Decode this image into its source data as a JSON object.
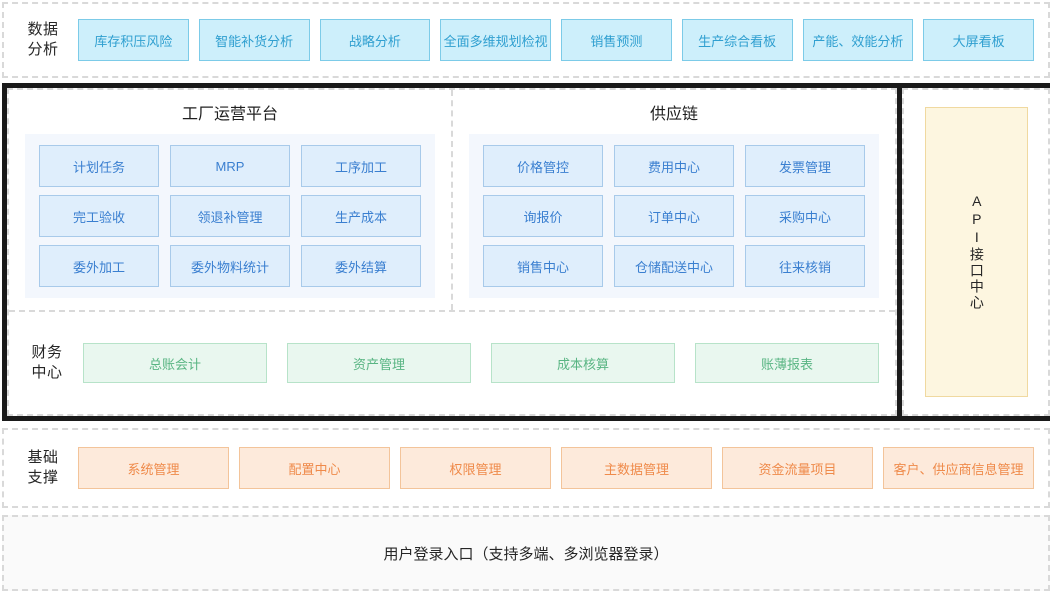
{
  "analysis": {
    "label": "数据\n分析",
    "items": [
      "库存积压风险",
      "智能补货分析",
      "战略分析",
      "全面多维规划检视",
      "销售预测",
      "生产综合看板",
      "产能、效能分析",
      "大屏看板"
    ]
  },
  "platforms": [
    {
      "title": "工厂运营平台",
      "rows": [
        [
          "计划任务",
          "MRP",
          "工序加工"
        ],
        [
          "完工验收",
          "领退补管理",
          "生产成本"
        ],
        [
          "委外加工",
          "委外物料统计",
          "委外结算"
        ]
      ]
    },
    {
      "title": "供应链",
      "rows": [
        [
          "价格管控",
          "费用中心",
          "发票管理"
        ],
        [
          "询报价",
          "订单中心",
          "采购中心"
        ],
        [
          "销售中心",
          "仓储配送中心",
          "往来核销"
        ]
      ]
    }
  ],
  "finance": {
    "label": "财务\n中心",
    "items": [
      "总账会计",
      "资产管理",
      "成本核算",
      "账薄报表"
    ]
  },
  "api": {
    "label": "API接口中心"
  },
  "base": {
    "label": "基础\n支撑",
    "items": [
      "系统管理",
      "配置中心",
      "权限管理",
      "主数据管理",
      "资金流量项目",
      "客户、供应商信息管理"
    ]
  },
  "login": {
    "text": "用户登录入口（支持多端、多浏览器登录）"
  },
  "colors": {
    "cyan_bg": "#cdeffb",
    "cyan_border": "#7ccbe8",
    "cyan_text": "#2f9fd0",
    "blue_bg": "#dfeefc",
    "blue_border": "#a8caea",
    "blue_text": "#3a7fd0",
    "panel_bg": "#f3f7fd",
    "green_bg": "#e9f7ef",
    "green_border": "#b7e3c9",
    "green_text": "#59b583",
    "orange_bg": "#fdeadb",
    "orange_border": "#f3c49a",
    "orange_text": "#ef8a4a",
    "api_bg": "#fdf6e0",
    "api_border": "#f0d9a0",
    "frame": "#1a1a1a",
    "dashed": "#d9d9d9"
  }
}
